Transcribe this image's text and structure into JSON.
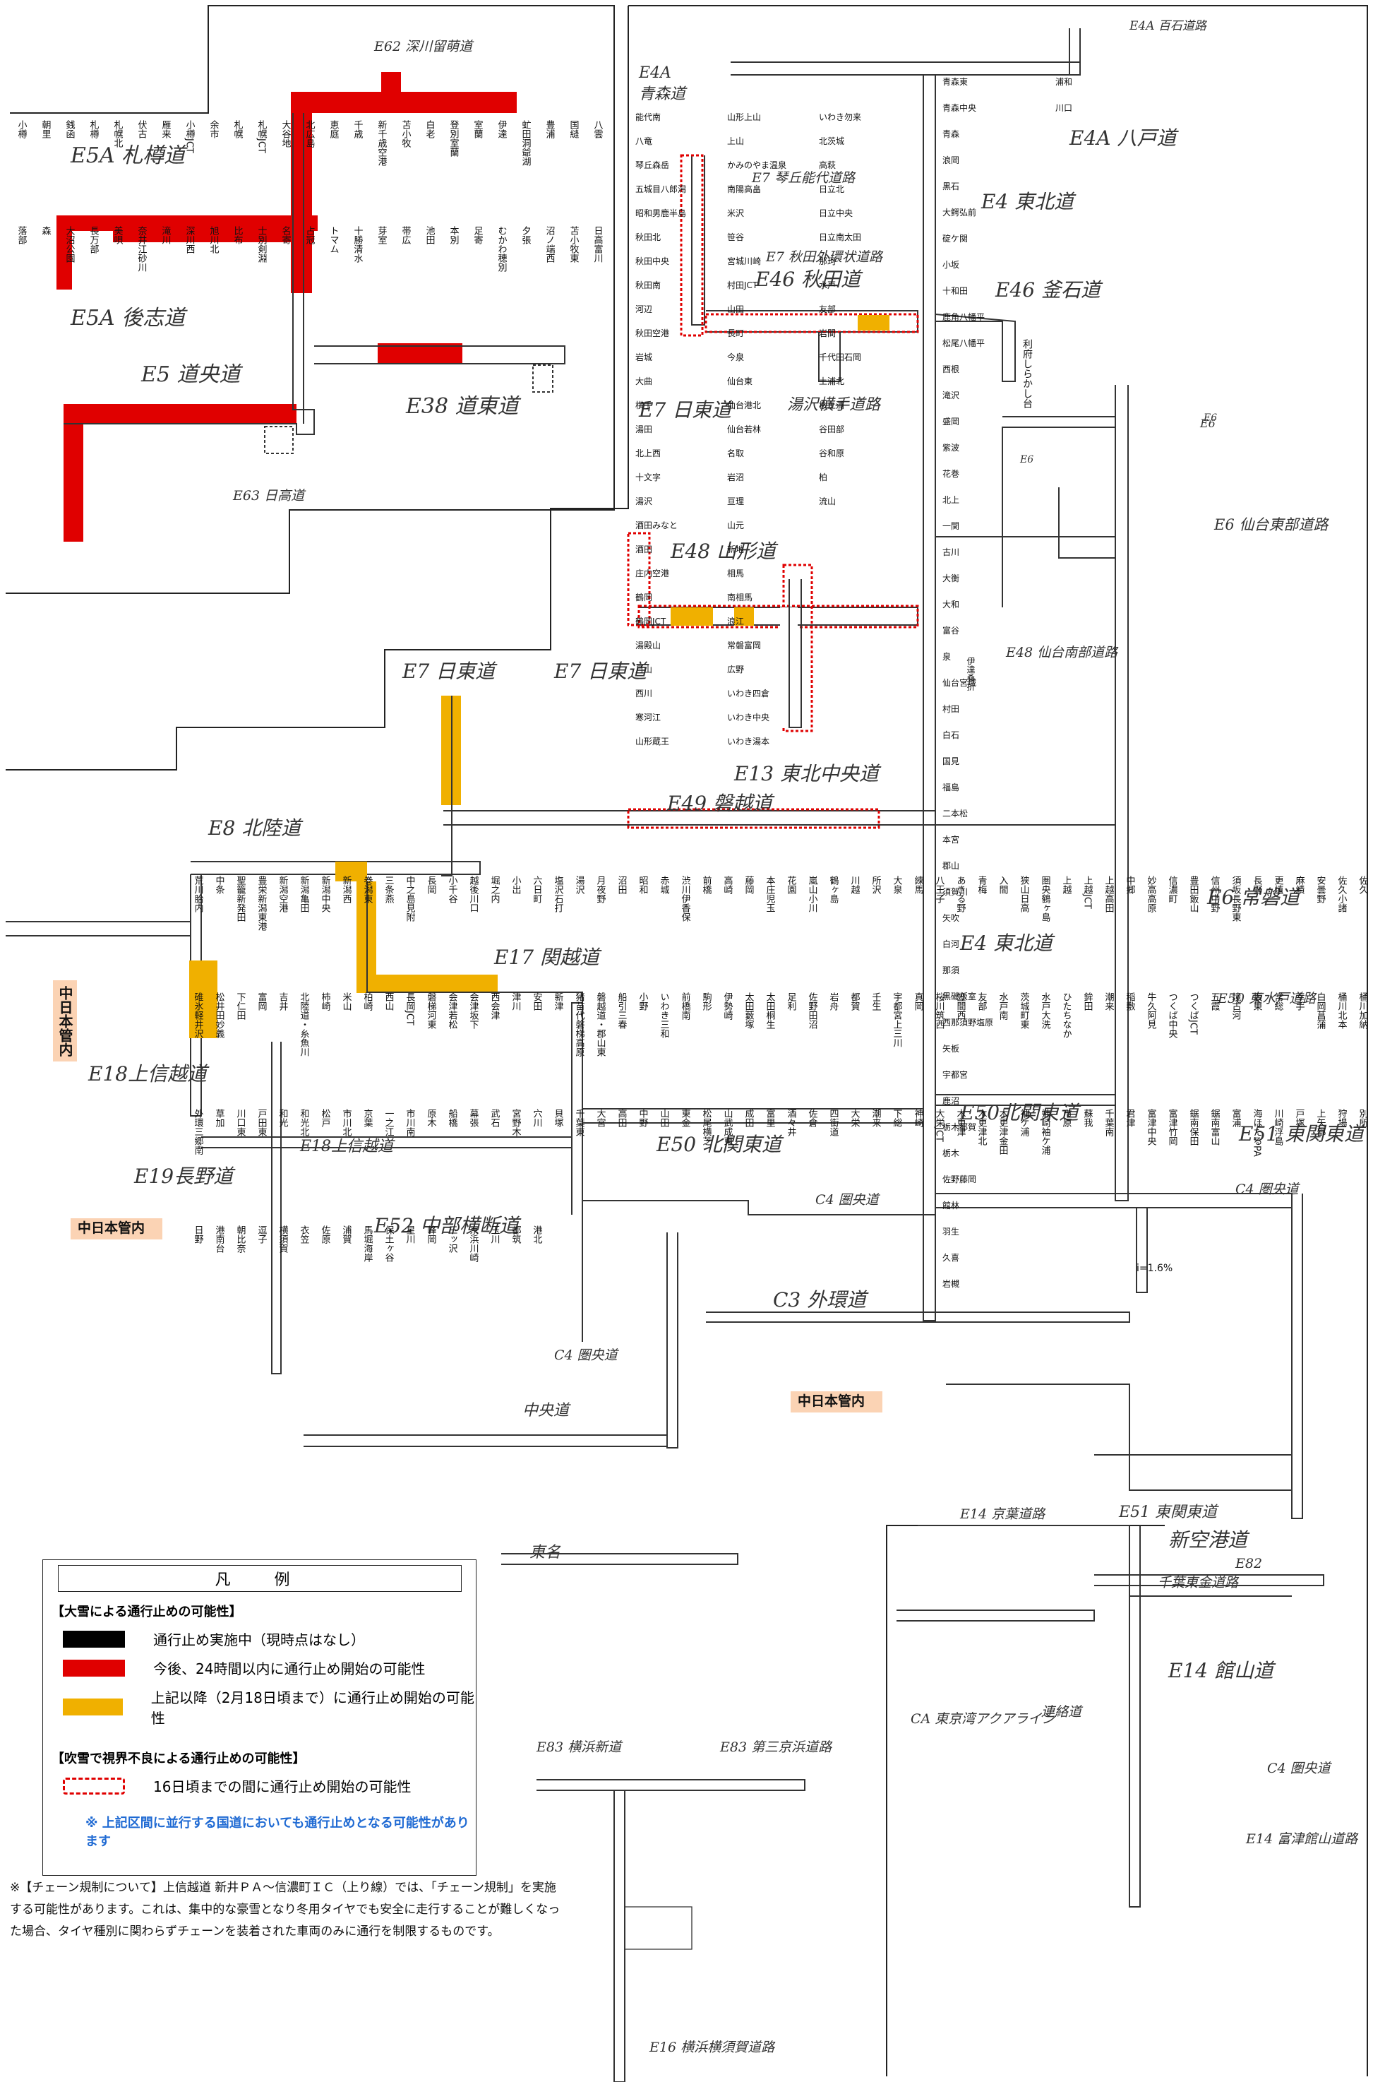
{
  "colors": {
    "line": "#333333",
    "closed": "#000000",
    "closed_24h": "#e00000",
    "closed_later": "#f0b000",
    "blizzard": "#e00000",
    "blue_note": "#1f6ad3",
    "area_tag": "#fbd3b4"
  },
  "route_labels": [
    {
      "text": "E5A 札樽道"
    },
    {
      "text": "E5A 後志道"
    },
    {
      "text": "E5 道央道"
    },
    {
      "text": "E62 深川留萌道"
    },
    {
      "text": "E38 道東道"
    },
    {
      "text": "E63 日高道"
    },
    {
      "text": "E4A 百石道路"
    },
    {
      "text": "E4A"
    },
    {
      "text": "青森道"
    },
    {
      "text": "E4A 八戸道"
    },
    {
      "text": "E7 琴丘能代道路"
    },
    {
      "text": "E7 秋田外環状道路"
    },
    {
      "text": "E46 秋田道"
    },
    {
      "text": "E4 東北道"
    },
    {
      "text": "E46 釜石道"
    },
    {
      "text": "湯沢横手道路"
    },
    {
      "text": "E7 日東道"
    },
    {
      "text": "E6"
    },
    {
      "text": "E48 山形道"
    },
    {
      "text": "E6 仙台東部道路"
    },
    {
      "text": "E48 仙台南部道路"
    },
    {
      "text": "E7 日東道"
    },
    {
      "text": "E7 日東道"
    },
    {
      "text": "E13 東北中央道"
    },
    {
      "text": "E49 磐越道"
    },
    {
      "text": "E8 北陸道"
    },
    {
      "text": "E6 常磐道"
    },
    {
      "text": "E17 関越道"
    },
    {
      "text": "E4 東北道"
    },
    {
      "text": "E50 東水戸道路"
    },
    {
      "text": "E18上信越道"
    },
    {
      "text": "E18上信越道"
    },
    {
      "text": "E50北関東道"
    },
    {
      "text": "E51 東関東道"
    },
    {
      "text": "E50 北関東道"
    },
    {
      "text": "E19長野道"
    },
    {
      "text": "E52 中部横断道"
    },
    {
      "text": "C4 圏央道"
    },
    {
      "text": "C4 圏央道"
    },
    {
      "text": "C3 外環道"
    },
    {
      "text": "C4 圏央道"
    },
    {
      "text": "中央道"
    },
    {
      "text": "E14 京葉道路"
    },
    {
      "text": "E51 東関東道"
    },
    {
      "text": "新空港道"
    },
    {
      "text": "E82"
    },
    {
      "text": "千葉東金道路"
    },
    {
      "text": "東名"
    },
    {
      "text": "E14 館山道"
    },
    {
      "text": "CA 東京湾アクアライン"
    },
    {
      "text": "連絡道"
    },
    {
      "text": "C4 圏央道"
    },
    {
      "text": "E83 横浜新道"
    },
    {
      "text": "E83 第三京浜道路"
    },
    {
      "text": "E14 富津館山道路"
    },
    {
      "text": "E16 横浜横須賀道路"
    },
    {
      "text": "E6"
    },
    {
      "text": "E6"
    }
  ],
  "area_tags": [
    {
      "text": "中日本管内"
    },
    {
      "text": "中日本管内"
    },
    {
      "text": "中日本管内"
    }
  ],
  "stations": {
    "hokkaido": [
      "小樽",
      "朝里",
      "銭函",
      "札樽",
      "札幌北",
      "伏古",
      "雁来",
      "小樽JCT",
      "余市",
      "札幌",
      "札幌JCT",
      "大谷地",
      "北広島",
      "恵庭",
      "千歳",
      "新千歳空港",
      "苫小牧",
      "白老",
      "登別室蘭",
      "室蘭",
      "伊達",
      "虻田洞爺湖",
      "豊浦",
      "国縫",
      "八雲",
      "落部",
      "森",
      "大沼公園",
      "長万部",
      "美唄",
      "奈井江砂川",
      "滝川",
      "深川西",
      "旭川北",
      "比布",
      "士別剣淵",
      "名寄",
      "占冠",
      "トマム",
      "十勝清水",
      "芽室",
      "帯広",
      "池田",
      "本別",
      "足寄",
      "むかわ穂別",
      "夕張",
      "沼ノ端西",
      "苫小牧東",
      "日高富川"
    ],
    "tohoku_north": [
      "青森東",
      "青森中央",
      "青森",
      "浪岡",
      "黒石",
      "大鰐弘前",
      "碇ケ関",
      "小坂",
      "十和田",
      "鹿角八幡平",
      "松尾八幡平",
      "西根",
      "滝沢",
      "盛岡",
      "紫波",
      "花巻",
      "北上",
      "一関",
      "古川",
      "大衡",
      "大和",
      "富谷",
      "泉",
      "仙台宮城",
      "村田",
      "白石",
      "国見",
      "福島",
      "二本松",
      "本宮",
      "郡山",
      "須賀川",
      "矢吹",
      "白河",
      "那須",
      "黒磯板室",
      "西那須野塩原",
      "矢板",
      "宇都宮",
      "鹿沼",
      "栃木都賀",
      "栃木",
      "佐野藤岡",
      "館林",
      "羽生",
      "久喜",
      "岩槻",
      "浦和",
      "川口"
    ],
    "akita_yamagata": [
      "能代南",
      "八竜",
      "琴丘森岳",
      "五城目八郎潟",
      "昭和男鹿半島",
      "秋田北",
      "秋田中央",
      "秋田南",
      "河辺",
      "秋田空港",
      "岩城",
      "大曲",
      "横手",
      "湯田",
      "北上西",
      "十文字",
      "湯沢",
      "酒田みなと",
      "酒田",
      "庄内空港",
      "鶴岡",
      "鶴岡JCT",
      "湯殿山",
      "月山",
      "西川",
      "寒河江",
      "山形蔵王",
      "山形上山",
      "上山",
      "かみのやま温泉",
      "南陽高畠",
      "米沢",
      "笹谷",
      "宮城川崎",
      "村田JCT",
      "山田",
      "長町",
      "今泉",
      "仙台東",
      "仙台港北",
      "仙台若林",
      "名取",
      "岩沼",
      "亘理",
      "山元",
      "新地",
      "相馬",
      "南相馬",
      "浪江",
      "常磐富岡",
      "広野",
      "いわき四倉",
      "いわき中央",
      "いわき湯本",
      "いわき勿来",
      "北茨城",
      "高萩",
      "日立北",
      "日立中央",
      "日立南太田",
      "那珂",
      "水戸",
      "友部",
      "岩間",
      "千代田石岡",
      "土浦北",
      "桜土浦",
      "谷田部",
      "谷和原",
      "柏",
      "流山"
    ],
    "niigata_kanto": [
      "荒川胎内",
      "中条",
      "聖籠新発田",
      "豊栄新潟東港",
      "新潟空港",
      "新潟亀田",
      "新潟中央",
      "新潟西",
      "巻潟東",
      "三条燕",
      "中之島見附",
      "長岡",
      "小千谷",
      "越後川口",
      "堀之内",
      "小出",
      "六日町",
      "塩沢石打",
      "湯沢",
      "月夜野",
      "沼田",
      "昭和",
      "赤城",
      "渋川伊香保",
      "前橋",
      "高崎",
      "藤岡",
      "本庄児玉",
      "花園",
      "嵐山小川",
      "鶴ヶ島",
      "川越",
      "所沢",
      "大泉",
      "練馬",
      "八王子",
      "あきる野",
      "青梅",
      "入間",
      "狭山日高",
      "圏央鶴ヶ島",
      "上越",
      "上越JCT",
      "上越高田",
      "中郷",
      "妙高高原",
      "信濃町",
      "豊田飯山",
      "信州中野",
      "須坂長野東",
      "長野",
      "更埴",
      "麻績",
      "安曇野",
      "佐久小諸",
      "佐久",
      "碓氷軽井沢",
      "松井田妙義",
      "下仁田",
      "富岡",
      "吉井",
      "北陸道・糸魚川",
      "柿崎",
      "米山",
      "柏崎",
      "西山",
      "長岡JCT",
      "磐梯河東",
      "会津若松",
      "会津坂下",
      "西会津",
      "津川",
      "安田",
      "新津",
      "猪苗代磐梯高原",
      "磐越道・郡山東",
      "船引三春",
      "小野",
      "いわき三和",
      "前橋南",
      "駒形",
      "伊勢崎",
      "太田藪塚",
      "太田桐生",
      "足利",
      "佐野田沼",
      "岩舟",
      "都賀",
      "壬生",
      "宇都宮上三川",
      "真岡",
      "桜川筑西",
      "笠間西",
      "友部",
      "水戸南",
      "茨城町東",
      "水戸大洗",
      "ひたちなか",
      "鉾田",
      "潮来",
      "稲敷",
      "牛久阿見",
      "つくば中央",
      "つくばJCT",
      "五霞",
      "境古河",
      "坂東",
      "常総",
      "幸手",
      "白岡菖蒲",
      "桶川北本",
      "桶川加納",
      "外環三郷南",
      "草加",
      "川口東",
      "戸田東",
      "和光",
      "和光北",
      "松戸",
      "市川北",
      "京葉",
      "一之江",
      "市川南",
      "原木",
      "船橋",
      "幕張",
      "武石",
      "宮野木",
      "穴川",
      "貝塚",
      "千葉東",
      "大宮",
      "高田",
      "中野",
      "山田",
      "東金",
      "松尾横芝",
      "山武成東",
      "成田",
      "富里",
      "酒々井",
      "佐倉",
      "四街道",
      "大栄",
      "潮来",
      "下総",
      "神崎",
      "大栄JCT",
      "木更津",
      "木更津北",
      "木更津金田",
      "袖ケ浦",
      "姉崎袖ケ浦",
      "市原",
      "蘇我",
      "千葉南",
      "君津",
      "富津中央",
      "富津竹岡",
      "鋸南保田",
      "鋸南富山",
      "富浦",
      "海ほたるPA",
      "川崎浮島",
      "戸塚",
      "上矢部",
      "狩場",
      "別所",
      "日野",
      "港南台",
      "朝比奈",
      "逗子",
      "横須賀",
      "衣笠",
      "佐原",
      "浦賀",
      "馬堀海岸",
      "保土ヶ谷",
      "星川",
      "峰岡",
      "三ッ沢",
      "京浜川崎",
      "玉川",
      "都筑",
      "港北"
    ]
  },
  "legend": {
    "title": "凡　例",
    "section1": "【大雪による通行止めの可能性】",
    "rows": [
      {
        "color": "#000000",
        "text": "通行止め実施中（現時点はなし）"
      },
      {
        "color": "#e00000",
        "text": "今後、24時間以内に通行止め開始の可能性"
      },
      {
        "color": "#f0b000",
        "text": "上記以降（2月18日頃まで）に通行止め開始の可能性"
      }
    ],
    "section2": "【吹雪で視界不良による通行止めの可能性】",
    "blizzard_text": "16日頃までの間に通行止め開始の可能性",
    "blue_note": "※ 上記区間に並行する国道においても通行止めとなる可能性があります"
  },
  "footnote": "※【チェーン規制について】上信越道 新井ＰＡ～信濃町ＩＣ（上り線）では、「チェーン規制」を実施する可能性があります。これは、集中的な豪雪となり冬用タイヤでも安全に走行することが難しくなった場合、タイヤ種別に関わらずチェーンを装着された車両のみに通行を制限するものです。",
  "misc_labels": [
    {
      "text": "i=1.6%"
    },
    {
      "text": "利府しらかし台"
    },
    {
      "text": "伊達桑折"
    }
  ]
}
